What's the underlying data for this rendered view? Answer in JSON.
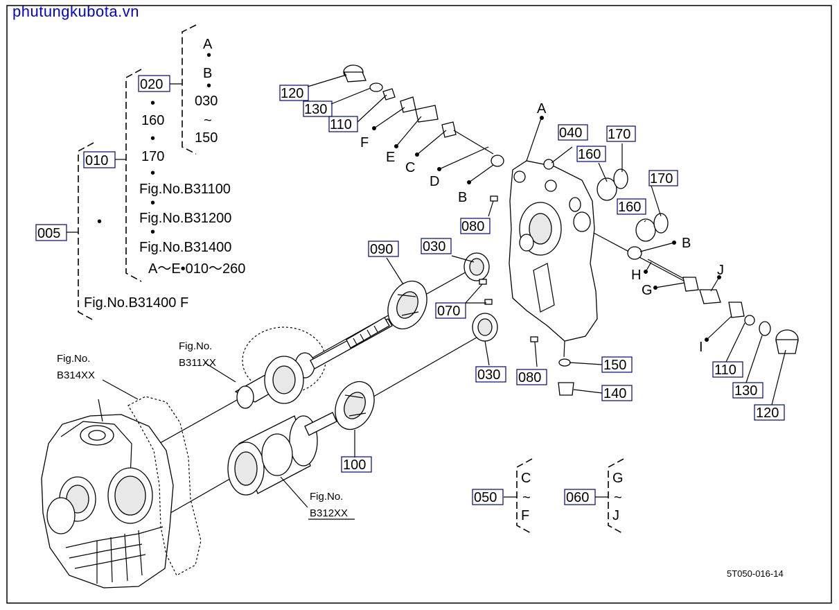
{
  "watermark": "phutungkubota.vn",
  "drawing_code": "5T050-016-14",
  "tree": {
    "n005": "005",
    "n010": "010",
    "n020": "020",
    "dot": "•",
    "n160": "160",
    "n170": "170",
    "fig1": "Fig.No.B31100",
    "fig2": "Fig.No.B31200",
    "fig3": "Fig.No.B31400",
    "range": "A～E•010～260",
    "figF": "Fig.No.B31400  F",
    "A": "A",
    "B": "B",
    "n030": "030",
    "tilde": "~",
    "n150": "150"
  },
  "figrefs": {
    "b314_1": "Fig.No.",
    "b314_2": "B314XX",
    "b311_1": "Fig.No.",
    "b311_2": "B311XX",
    "b312_1": "Fig.No.",
    "b312_2": "B312XX"
  },
  "callouts": {
    "p120a": "120",
    "p130a": "130",
    "p110a": "110",
    "p120b": "120",
    "p130b": "130",
    "p110b": "110",
    "p040": "040",
    "p170a": "170",
    "p160a": "160",
    "p170b": "170",
    "p160b": "160",
    "p080a": "080",
    "p080b": "080",
    "p030a": "030",
    "p030b": "030",
    "p090": "090",
    "p070": "070",
    "p100": "100",
    "p150": "150",
    "p140": "140",
    "p050": "050",
    "p060": "060"
  },
  "letters": {
    "A": "A",
    "B1": "B",
    "B2": "B",
    "C": "C",
    "D": "D",
    "E": "E",
    "F": "F",
    "G": "G",
    "H": "H",
    "I": "I",
    "J": "J"
  },
  "groups": {
    "g050_top": "C",
    "g050_mid": "~",
    "g050_bot": "F",
    "g060_top": "G",
    "g060_mid": "~",
    "g060_bot": "J"
  }
}
